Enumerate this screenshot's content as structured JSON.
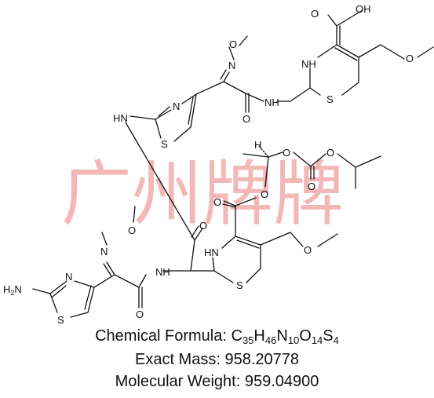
{
  "watermark": {
    "text": "广州牌牌",
    "color": "#f4b7b7"
  },
  "labels": {
    "oh": "OH",
    "o": "O",
    "n": "N",
    "nh": "NH",
    "hn": "HN",
    "s": "S",
    "h": "H",
    "h2n": "H",
    "h2n_sub": "2",
    "h2n_n": "N"
  },
  "formula": {
    "prefix": "Chemical Formula: ",
    "parts": [
      {
        "el": "C",
        "n": "35"
      },
      {
        "el": "H",
        "n": "46"
      },
      {
        "el": "N",
        "n": "10"
      },
      {
        "el": "O",
        "n": "14"
      },
      {
        "el": "S",
        "n": "4"
      }
    ]
  },
  "exact_mass": {
    "label": "Exact Mass: ",
    "value": "958.20778"
  },
  "molecular_weight": {
    "label": "Molecular Weight: ",
    "value": "959.04900"
  }
}
